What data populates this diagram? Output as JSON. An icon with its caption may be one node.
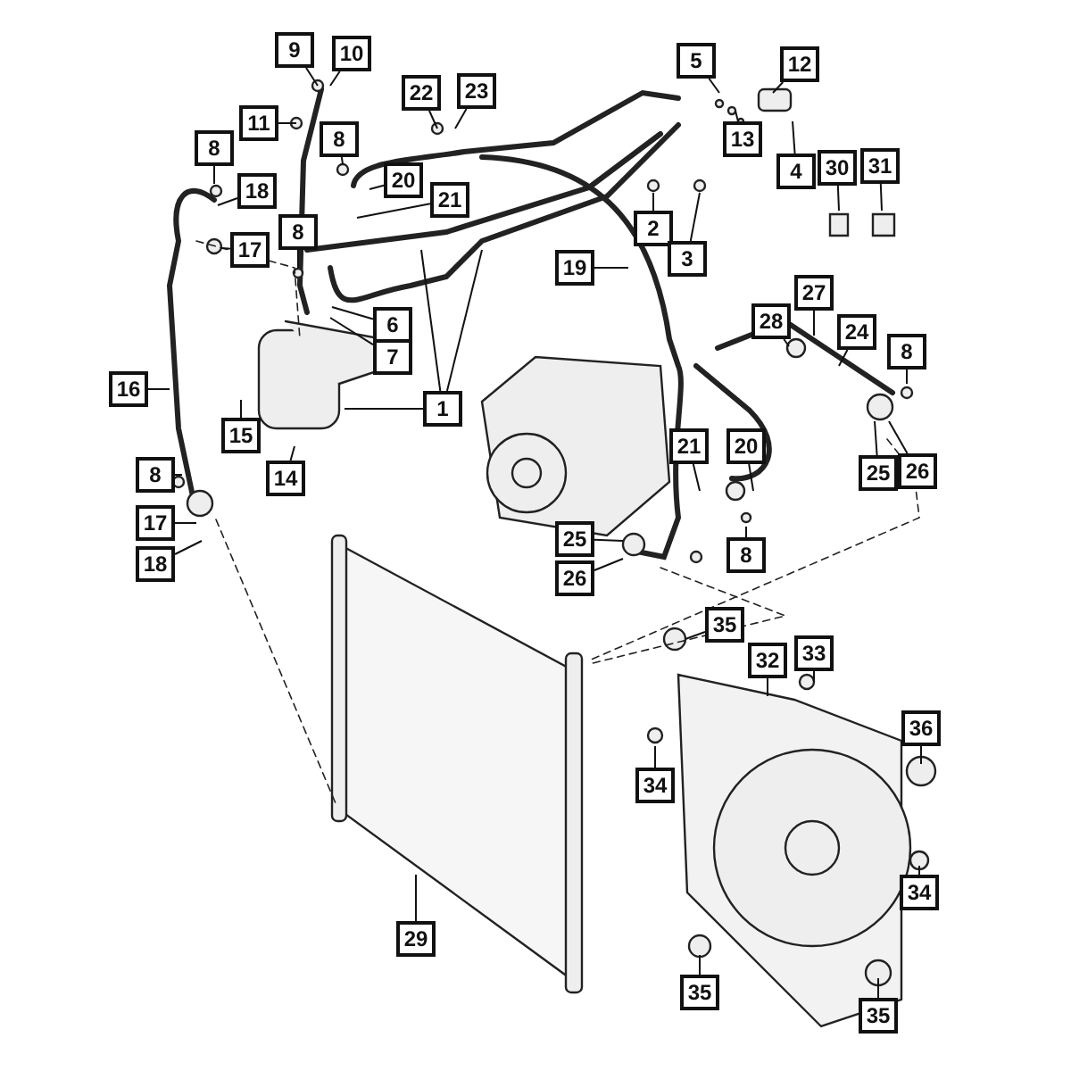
{
  "diagram": {
    "nodes": [
      {
        "text": [
          "9"
        ]
      },
      {
        "text": [
          "10"
        ]
      },
      {
        "text": [
          "11"
        ]
      },
      {
        "text": [
          "22"
        ]
      },
      {
        "text": [
          "23"
        ]
      },
      {
        "text": [
          "8"
        ]
      },
      {
        "text": [
          "20"
        ]
      },
      {
        "text": [
          "21"
        ]
      },
      {
        "text": [
          "5"
        ]
      },
      {
        "text": [
          "12"
        ]
      },
      {
        "text": [
          "13"
        ]
      },
      {
        "text": [
          "4"
        ]
      },
      {
        "text": [
          "30"
        ]
      },
      {
        "text": [
          "31"
        ]
      },
      {
        "text": [
          "8"
        ]
      },
      {
        "text": [
          "18"
        ]
      },
      {
        "text": [
          "17"
        ]
      },
      {
        "text": [
          "8"
        ]
      },
      {
        "text": [
          "2"
        ]
      },
      {
        "text": [
          "3"
        ]
      },
      {
        "text": [
          "19"
        ]
      },
      {
        "text": [
          "6"
        ]
      },
      {
        "text": [
          "7"
        ]
      },
      {
        "text": [
          "1"
        ]
      },
      {
        "text": [
          "28"
        ]
      },
      {
        "text": [
          "27"
        ]
      },
      {
        "text": [
          "24"
        ]
      },
      {
        "text": [
          "8"
        ]
      },
      {
        "text": [
          "25"
        ]
      },
      {
        "text": [
          "26"
        ]
      },
      {
        "text": [
          "16"
        ]
      },
      {
        "text": [
          "15"
        ]
      },
      {
        "text": [
          "14"
        ]
      },
      {
        "text": [
          "21"
        ]
      },
      {
        "text": [
          "20"
        ]
      },
      {
        "text": [
          "8"
        ]
      },
      {
        "text": [
          "8"
        ]
      },
      {
        "text": [
          "17"
        ]
      },
      {
        "text": [
          "18"
        ]
      },
      {
        "text": [
          "25"
        ]
      },
      {
        "text": [
          "26"
        ]
      },
      {
        "text": [
          "29"
        ]
      },
      {
        "text": [
          "35"
        ]
      },
      {
        "text": [
          "32"
        ]
      },
      {
        "text": [
          "33"
        ]
      },
      {
        "text": [
          "36"
        ]
      },
      {
        "text": [
          "34"
        ]
      },
      {
        "text": [
          "34"
        ]
      },
      {
        "text": [
          "35"
        ]
      },
      {
        "text": [
          "35"
        ]
      }
    ],
    "edges": [
      {
        "from": 0,
        "to": null,
        "arrow": "none"
      },
      {
        "from": 1,
        "to": null,
        "arrow": "none"
      },
      {
        "from": 2,
        "to": null,
        "arrow": "none"
      },
      {
        "from": 3,
        "to": null,
        "arrow": "none"
      },
      {
        "from": 4,
        "to": null,
        "arrow": "none"
      },
      {
        "from": 5,
        "to": null,
        "arrow": "none"
      },
      {
        "from": 6,
        "to": null,
        "arrow": "none"
      },
      {
        "from": 7,
        "to": null,
        "arrow": "none"
      },
      {
        "from": 8,
        "to": null,
        "arrow": "none"
      },
      {
        "from": 9,
        "to": null,
        "arrow": "none"
      },
      {
        "from": 10,
        "to": null,
        "arrow": "none"
      },
      {
        "from": 11,
        "to": null,
        "arrow": "none"
      },
      {
        "from": 12,
        "to": null,
        "arrow": "none"
      },
      {
        "from": 13,
        "to": null,
        "arrow": "none"
      },
      {
        "from": 14,
        "to": null,
        "arrow": "none"
      },
      {
        "from": 15,
        "to": null,
        "arrow": "none"
      },
      {
        "from": 16,
        "to": null,
        "arrow": "none"
      },
      {
        "from": 17,
        "to": null,
        "arrow": "none"
      },
      {
        "from": 18,
        "to": null,
        "arrow": "none"
      },
      {
        "from": 19,
        "to": null,
        "arrow": "none"
      },
      {
        "from": 20,
        "to": null,
        "arrow": "none"
      },
      {
        "from": 21,
        "to": null,
        "arrow": "none"
      },
      {
        "from": 22,
        "to": null,
        "arrow": "none"
      },
      {
        "from": 23,
        "to": null,
        "arrow": "none"
      },
      {
        "from": 23,
        "to": null,
        "arrow": "none"
      },
      {
        "from": 23,
        "to": null,
        "arrow": "none"
      },
      {
        "from": 24,
        "to": null,
        "arrow": "none"
      },
      {
        "from": 25,
        "to": null,
        "arrow": "none"
      },
      {
        "from": 26,
        "to": null,
        "arrow": "none"
      },
      {
        "from": 27,
        "to": null,
        "arrow": "none"
      },
      {
        "from": 28,
        "to": null,
        "arrow": "none"
      },
      {
        "from": 29,
        "to": null,
        "arrow": "none"
      },
      {
        "from": 30,
        "to": null,
        "arrow": "none"
      },
      {
        "from": 31,
        "to": null,
        "arrow": "none"
      },
      {
        "from": 32,
        "to": null,
        "arrow": "none"
      },
      {
        "from": 33,
        "to": null,
        "arrow": "none"
      },
      {
        "from": 34,
        "to": null,
        "arrow": "none"
      },
      {
        "from": 35,
        "to": null,
        "arrow": "none"
      },
      {
        "from": 36,
        "to": null,
        "arrow": "none"
      },
      {
        "from": 37,
        "to": null,
        "arrow": "none"
      },
      {
        "from": 38,
        "to": null,
        "arrow": "none"
      },
      {
        "from": 39,
        "to": null,
        "arrow": "none"
      },
      {
        "from": 40,
        "to": null,
        "arrow": "none"
      },
      {
        "from": 41,
        "to": null,
        "arrow": "none"
      },
      {
        "from": 42,
        "to": null,
        "arrow": "none"
      },
      {
        "from": 43,
        "to": null,
        "arrow": "none"
      },
      {
        "from": 44,
        "to": null,
        "arrow": "none"
      },
      {
        "from": 45,
        "to": null,
        "arrow": "none"
      },
      {
        "from": 46,
        "to": null,
        "arrow": "none"
      },
      {
        "from": 47,
        "to": null,
        "arrow": "none"
      },
      {
        "from": 48,
        "to": null,
        "arrow": "none"
      },
      {
        "from": 49,
        "to": null,
        "arrow": "none"
      }
    ]
  }
}
